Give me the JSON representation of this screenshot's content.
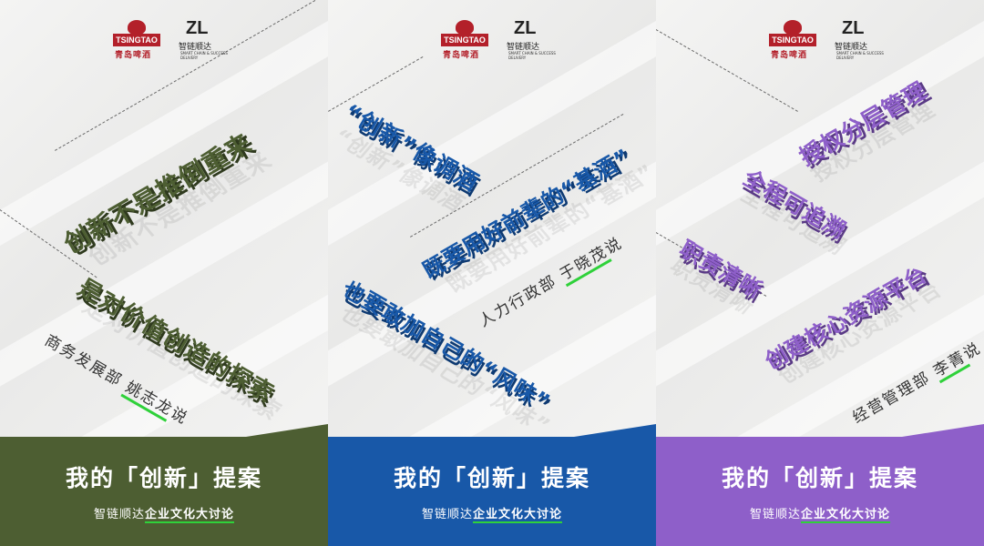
{
  "logos": {
    "tsingtao_en": "TSINGTAO",
    "tsingtao_cn": "青岛啤酒",
    "zl_mark": "ZL",
    "zl_cn": "智链顺达",
    "zl_en": "SMART CHAIN & SUCCESS DELIVERY"
  },
  "footer": {
    "title": "我的「创新」提案",
    "sub_prefix": "智链顺达",
    "sub_highlight": "企业文化大讨论"
  },
  "posters": [
    {
      "accent": "#4d5e32",
      "lines": [
        "创新不是推倒重来",
        "是对价值创造的探索"
      ],
      "speaker_dept": "商务发展部",
      "speaker_name": "姚志龙",
      "speaker_suffix": "说"
    },
    {
      "accent": "#1858a8",
      "lines": [
        "“创新”像调酒",
        "既要用好前辈的“基酒”",
        "也要敢加自己的“风味”"
      ],
      "speaker_dept": "人力行政部",
      "speaker_name": "于晓茂",
      "speaker_suffix": "说"
    },
    {
      "accent": "#8e5fc9",
      "lines": [
        "授权分层管理",
        "全程可追溯",
        "职责清晰",
        "创建核心资源平台"
      ],
      "speaker_dept": "经营管理部",
      "speaker_name": "李菁",
      "speaker_suffix": "说"
    }
  ]
}
